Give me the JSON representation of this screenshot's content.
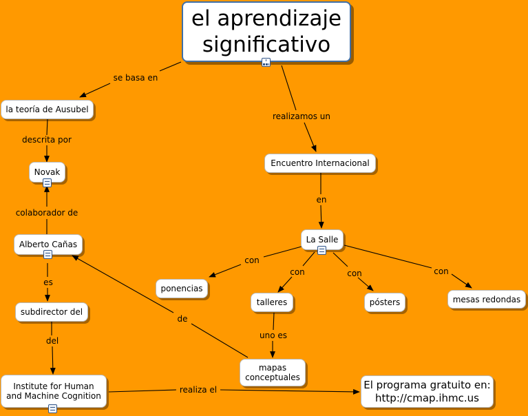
{
  "map": {
    "background_color": "#FF9900",
    "nodes": {
      "title": "el aprendizaje\nsignificativo",
      "teoria": "la teoría de Ausubel",
      "novak": "Novak",
      "canas": "Alberto Cañas",
      "subdirector": "subdirector del",
      "institute": "Institute for Human\nand Machine Cognition",
      "encuentro": "Encuentro Internacional",
      "lasalle": "La Salle",
      "ponencias": "ponencias",
      "talleres": "talleres",
      "posters": "pósters",
      "mesas": "mesas redondas",
      "mapas": "mapas\nconceptuales",
      "programa": "El programa gratuito en:\nhttp://cmap.ihmc.us"
    },
    "links": {
      "se_basa_en": "se basa en",
      "descrita_por": "descrita por",
      "colaborador_de": "colaborador de",
      "es": "es",
      "del": "del",
      "de": "de",
      "realizamos_un": "realizamos un",
      "en": "en",
      "con_1": "con",
      "con_2": "con",
      "con_3": "con",
      "con_4": "con",
      "uno_es": "uno es",
      "realiza_el": "realiza el"
    },
    "icons": {
      "title_resource": "concept-map-icon",
      "document_resource": "document-icon"
    }
  }
}
